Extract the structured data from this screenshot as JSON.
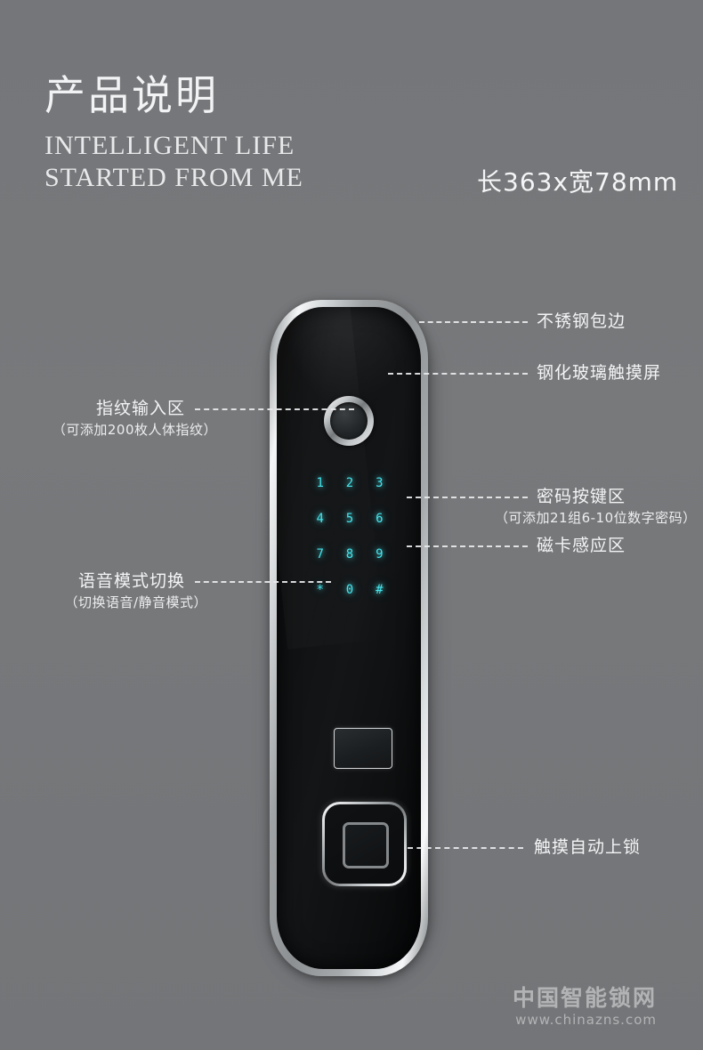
{
  "header": {
    "title_cn": "产品说明",
    "title_en": "INTELLIGENT LIFE STARTED FROM ME",
    "dimension": "长363x宽78mm"
  },
  "colors": {
    "background": "#757779",
    "text": "#f3f4f5",
    "keypad_glow": "#46e3ea",
    "bezel_chrome": "#f4f6f7",
    "glass_black": "#0e1011"
  },
  "device": {
    "keypad": {
      "keys": [
        "1",
        "2",
        "3",
        "4",
        "5",
        "6",
        "7",
        "8",
        "9",
        "*",
        "0",
        "#"
      ]
    },
    "parts": {
      "fingerprint_sensor": "fingerprint-sensor",
      "card_panel": "card-reader-panel",
      "touch_pad": "touch-lock-pad"
    }
  },
  "callouts": {
    "left": [
      {
        "main": "指纹输入区",
        "sub": "（可添加200枚人体指纹）",
        "name": "fingerprint-input-area"
      },
      {
        "main": "语音模式切换",
        "sub": "（切换语音/静音模式）",
        "name": "voice-mode-switch"
      }
    ],
    "right": [
      {
        "main": "不锈钢包边",
        "sub": "",
        "name": "stainless-steel-trim"
      },
      {
        "main": "钢化玻璃触摸屏",
        "sub": "",
        "name": "tempered-glass-touchscreen"
      },
      {
        "main": "密码按键区",
        "sub": "（可添加21组6-10位数字密码）",
        "name": "password-keypad-area"
      },
      {
        "main": "磁卡感应区",
        "sub": "",
        "name": "magnetic-card-sensor-area"
      },
      {
        "main": "触摸自动上锁",
        "sub": "",
        "name": "touch-auto-lock"
      }
    ]
  },
  "watermark": {
    "name_cn": "中国智能锁网",
    "url": "www.chinazns.com"
  }
}
